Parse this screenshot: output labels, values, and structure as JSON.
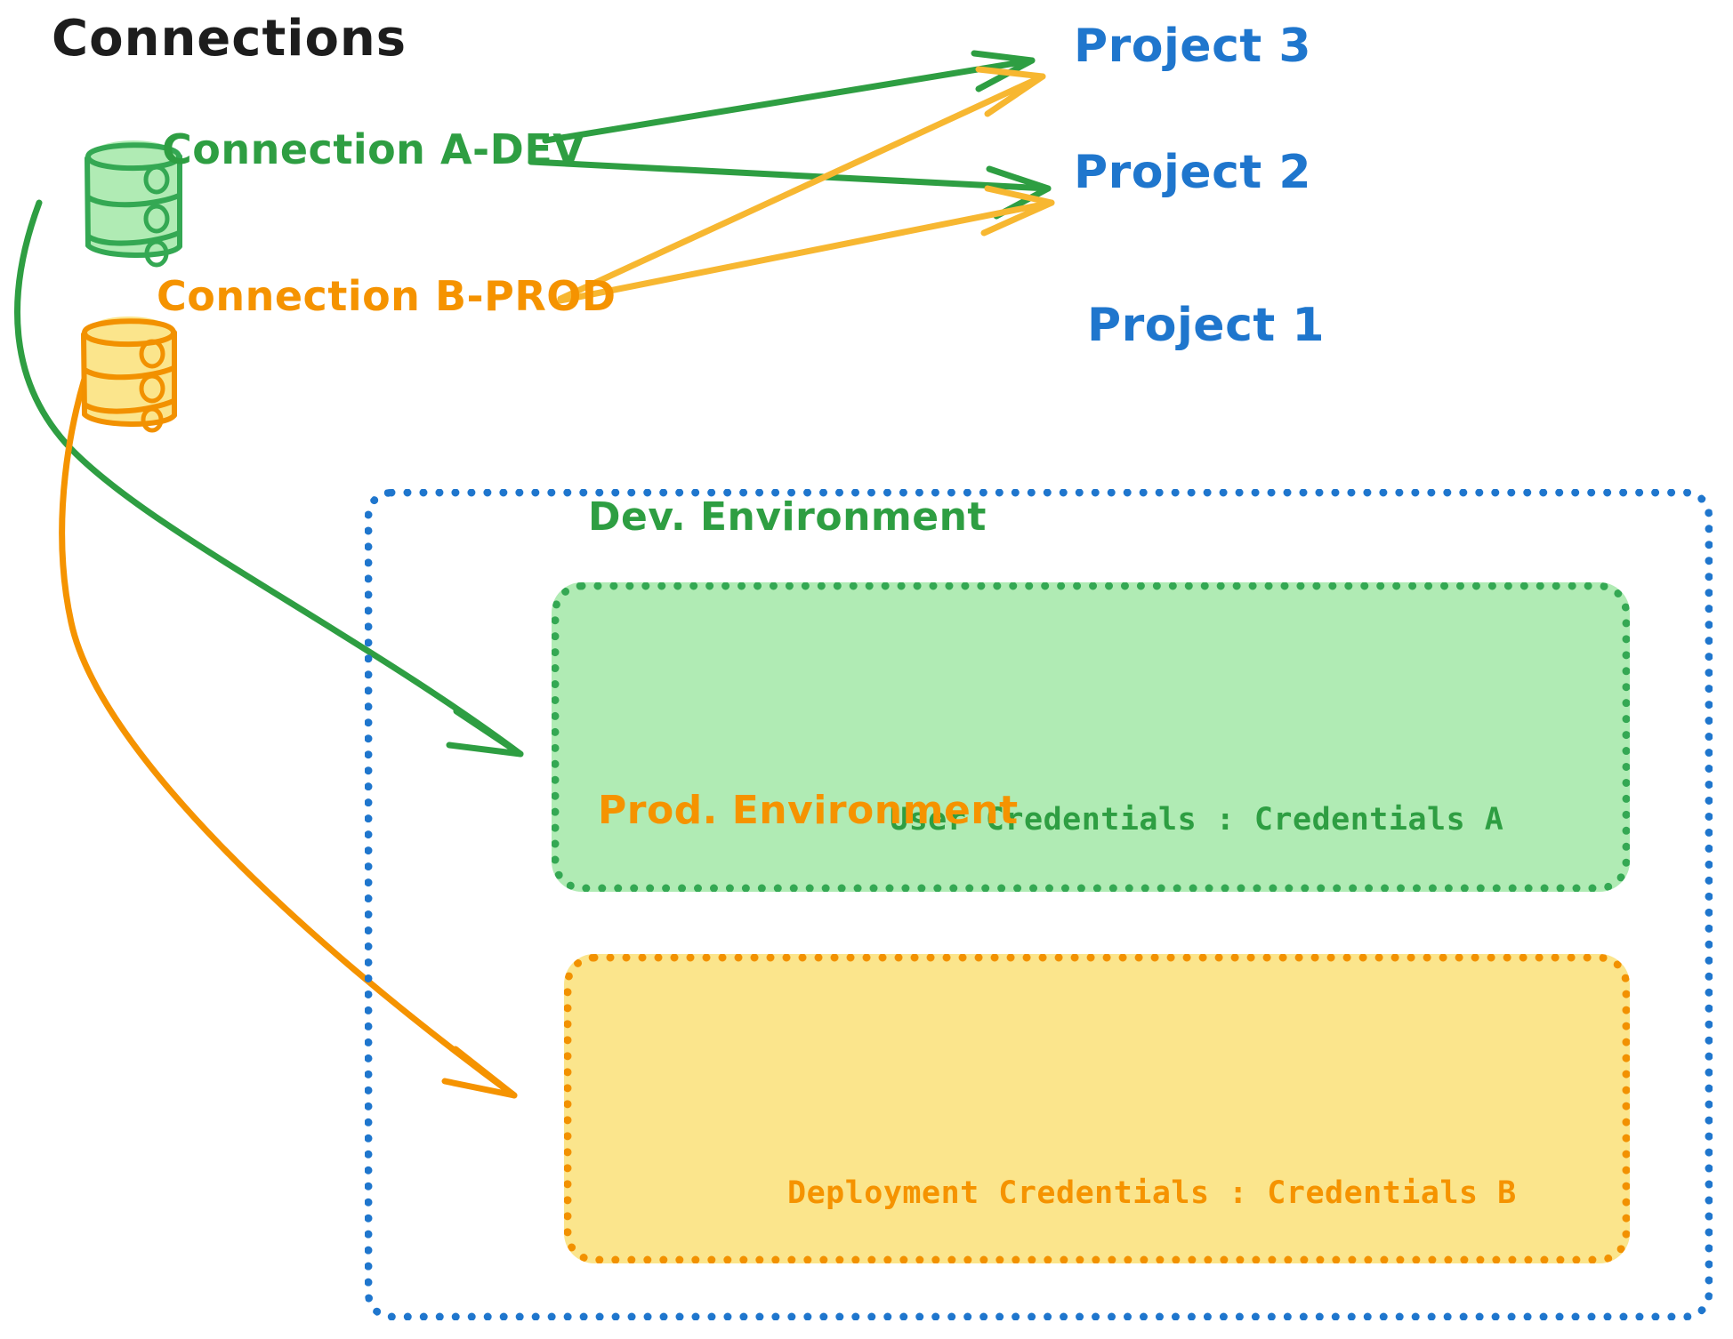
{
  "title": "Connections",
  "colors": {
    "green_stroke": "#2e9e42",
    "green_fill": "#b0ebb4",
    "orange_stroke": "#f59300",
    "orange_fill": "#fbe58c",
    "blue": "#1f76cd",
    "black": "#1d1d1d"
  },
  "connections": [
    {
      "id": "a-dev",
      "label": "Connection A-DEV",
      "icon": "database-cylinder-icon",
      "color": "#2e9e42"
    },
    {
      "id": "b-prod",
      "label": "Connection B-PROD",
      "icon": "database-cylinder-icon",
      "color": "#f59300"
    }
  ],
  "projects": [
    {
      "id": "project-3",
      "label": "Project 3"
    },
    {
      "id": "project-2",
      "label": "Project 2"
    },
    {
      "id": "project-1",
      "label": "Project 1"
    }
  ],
  "project1": {
    "environments": [
      {
        "id": "dev",
        "title": "Dev. Environment",
        "credentials_label": "User Credentials : Credentials A",
        "color": "#2e9e42"
      },
      {
        "id": "prod",
        "title": "Prod. Environment",
        "credentials_label": "Deployment Credentials : Credentials B",
        "color": "#f59300"
      }
    ]
  },
  "edges": [
    {
      "from": "a-dev",
      "to": "project-3",
      "color": "#2e9e42"
    },
    {
      "from": "a-dev",
      "to": "project-2",
      "color": "#2e9e42"
    },
    {
      "from": "a-dev",
      "to": "dev",
      "color": "#2e9e42"
    },
    {
      "from": "b-prod",
      "to": "project-3",
      "color": "#f7b731"
    },
    {
      "from": "b-prod",
      "to": "project-2",
      "color": "#f7b731"
    },
    {
      "from": "b-prod",
      "to": "prod",
      "color": "#f59300"
    }
  ]
}
